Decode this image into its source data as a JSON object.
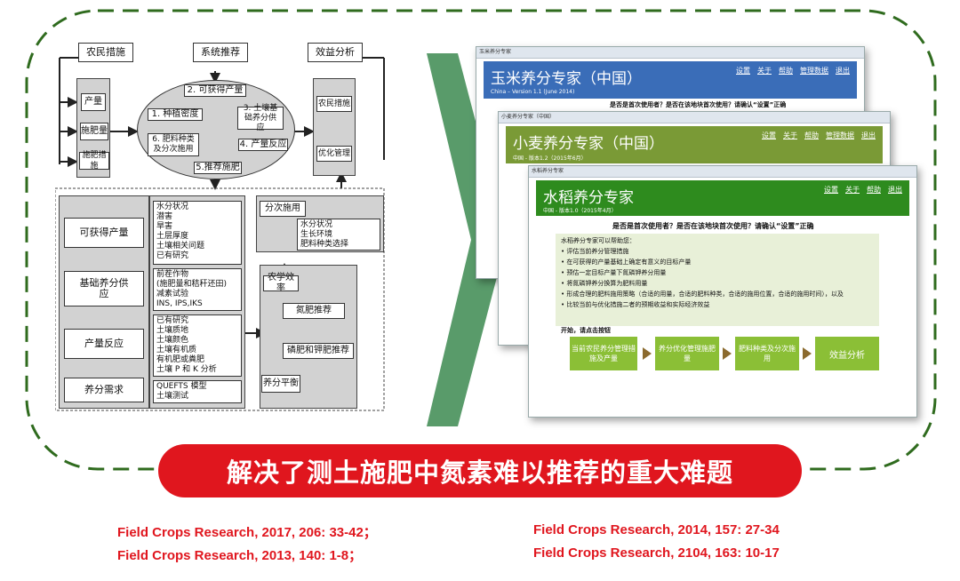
{
  "flow": {
    "top_boxes": [
      "农民措施",
      "系统推荐",
      "效益分析"
    ],
    "left_boxes": [
      "产量",
      "施肥量",
      "施肥措施"
    ],
    "oval_items": [
      "2. 可获得产量",
      "1. 种植密度",
      "3. 土壤基础养分供应",
      "6. 肥料种类及分次施用",
      "4. 产量反应",
      "5.推荐施肥"
    ],
    "right_boxes": [
      "农民措施",
      "优化管理"
    ],
    "lower_left": [
      "可获得产量",
      "基础养分供应",
      "产量反应",
      "养分需求"
    ],
    "lower_mid": [
      "水分状况\n潜害\n旱害\n土层厚度\n土壤相关问题\n已有研究",
      "前茬作物\n(施肥量和秸秆还田)\n减素试验\nINS, IPS,IKS",
      "已有研究\n土壤质地\n土壤颜色\n土壤有机质\n有机肥或粪肥\n土壤 P 和 K 分析",
      "QUEFTS 模型\n土壤测试"
    ],
    "lower_right": {
      "split": "分次施用",
      "split_factors": "水分状况\n生长环境\n肥料种类选择",
      "agro_eff": "农学效率",
      "n_rec": "氮肥推荐",
      "pk_rec": "磷肥和钾肥推荐",
      "balance": "养分平衡"
    }
  },
  "windows": {
    "corn": {
      "titlebar": "玉米养分专家",
      "title": "玉米养分专家（中国）",
      "subtitle": "China – Version 1.1 (June 2014)",
      "nav": [
        "设置",
        "关于",
        "帮助",
        "管理数据",
        "退出"
      ],
      "notice": "是否是首次使用者？是否在该地块首次使用？请确认“设置”正确",
      "color": "#3a6db8"
    },
    "wheat": {
      "titlebar": "小麦养分专家（中国）",
      "title": "小麦养分专家（中国）",
      "subtitle": "中国 - 版本1.2（2015年6月）",
      "nav": [
        "设置",
        "关于",
        "帮助",
        "管理数据",
        "退出"
      ],
      "color": "#7a9a36"
    },
    "rice": {
      "titlebar": "水稻养分专家",
      "title": "水稻养分专家",
      "subtitle": "中国 - 版本1.0（2015年4月）",
      "nav": [
        "设置",
        "关于",
        "帮助",
        "退出"
      ],
      "notice": "是否是首次使用者？是否在该地块首次使用？请确认“设置”正确",
      "help_title": "水稻养分专家可以帮助您：",
      "help_items": [
        "评估当前养分管理措施",
        "在可获得的产量基础上确定有意义的目标产量",
        "预估一定目标产量下氮磷钾养分用量",
        "将氮磷钾养分换算为肥料用量",
        "形成合理的肥料施用策略（合适的用量，合适的肥料种类，合适的施用位置，合适的施用时间），以及",
        "比较当前与优化措施二者的预期收益和实际经济效益"
      ],
      "start_label": "开始，请点击按钮",
      "steps": [
        "当前农民养分管理措施及产量",
        "养分优化管理施肥量",
        "肥料种类及分次施用",
        "效益分析"
      ],
      "color": "#2e8b1e"
    }
  },
  "banner": "解决了测土施肥中氮素难以推荐的重大难题",
  "references": [
    "Field Crops Research, 2017, 206: 33-42；",
    "Field Crops Research, 2014, 157: 27-34",
    "Field Crops Research, 2013, 140: 1-8；",
    "Field Crops Research, 2104, 163: 10-17"
  ],
  "colors": {
    "dashed_frame": "#2f6b1e",
    "banner": "#e0161e",
    "big_arrow": "#3c8a50"
  }
}
